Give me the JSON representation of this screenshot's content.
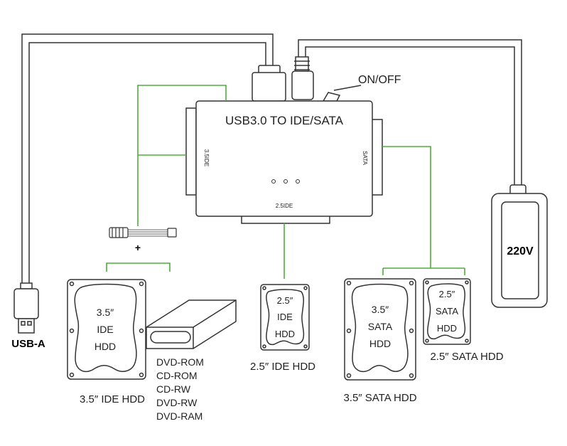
{
  "adapter": {
    "title": "USB3.0 TO IDE/SATA",
    "port_ide35": "3.5IDE",
    "port_sata": "SATA",
    "port_ide25": "2.5IDE",
    "switch_label": "ON/OFF"
  },
  "connectors": {
    "usb_label": "USB-A",
    "power_label": "220V",
    "molex_plus": "+"
  },
  "drives": {
    "ide35": {
      "line1": "3.5″",
      "line2": "IDE",
      "line3": "HDD",
      "caption": "3.5″  IDE HDD"
    },
    "optical": [
      "DVD-ROM",
      "CD-ROM",
      "CD-RW",
      "DVD-RW",
      "DVD-RAM"
    ],
    "ide25": {
      "line1": "2.5″",
      "line2": "IDE",
      "line3": "HDD",
      "caption": "2.5″  IDE HDD"
    },
    "sata35": {
      "line1": "3.5″",
      "line2": "SATA",
      "line3": "HDD",
      "caption": "3.5″  SATA HDD"
    },
    "sata25": {
      "line1": "2.5″",
      "line2": "SATA",
      "line3": "HDD",
      "caption": "2.5″  SATA HDD"
    }
  },
  "colors": {
    "connector_line": "#4caf3b",
    "outline": "#2b2b2b"
  }
}
